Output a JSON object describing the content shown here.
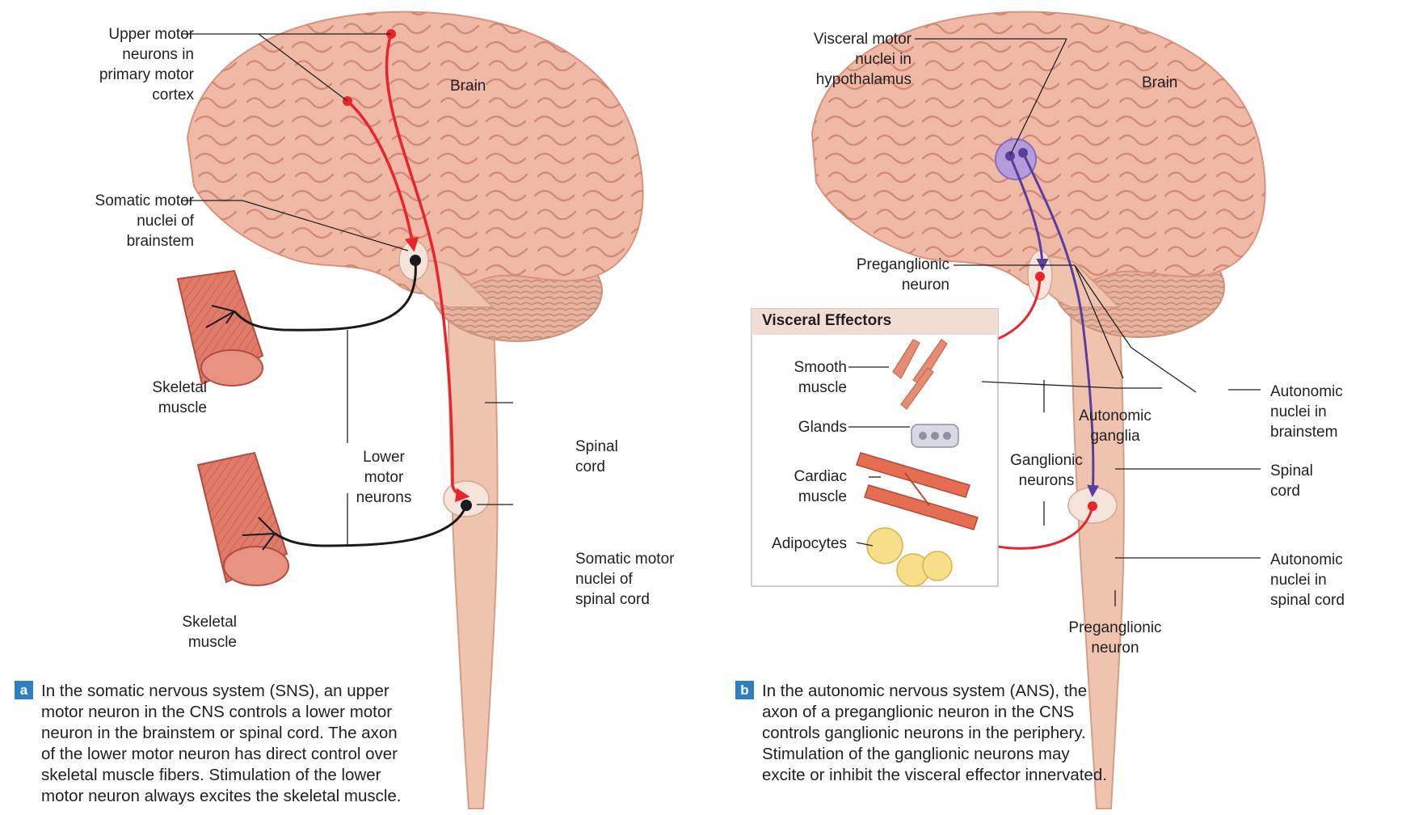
{
  "panel_a": {
    "letter": "a",
    "labels": {
      "upper_motor": "Upper motor\nneurons in\nprimary motor\ncortex",
      "brain": "Brain",
      "somatic_brainstem": "Somatic motor\nnuclei of\nbrainstem",
      "skeletal_muscle_top": "Skeletal\nmuscle",
      "lower_motor": "Lower\nmotor\nneurons",
      "spinal_cord": "Spinal\ncord",
      "somatic_spinal": "Somatic motor\nnuclei of\nspinal cord",
      "skeletal_muscle_bottom": "Skeletal\nmuscle"
    },
    "caption": "In the somatic nervous system (SNS), an upper\nmotor neuron in the CNS controls a lower motor\nneuron in the brainstem or spinal cord. The axon\nof the lower motor neuron has direct control over\nskeletal muscle fibers. Stimulation of the lower\nmotor neuron always excites the skeletal muscle."
  },
  "panel_b": {
    "letter": "b",
    "labels": {
      "visceral_motor": "Visceral motor\nnuclei in\nhypothalamus",
      "brain": "Brain",
      "preganglionic_top": "Preganglionic\nneuron",
      "effectors_title": "Visceral Effectors",
      "smooth_muscle": "Smooth\nmuscle",
      "glands": "Glands",
      "cardiac_muscle": "Cardiac\nmuscle",
      "adipocytes": "Adipocytes",
      "autonomic_ganglia": "Autonomic\nganglia",
      "ganglionic_neurons": "Ganglionic\nneurons",
      "autonomic_brainstem": "Autonomic\nnuclei in\nbrainstem",
      "spinal_cord": "Spinal\ncord",
      "autonomic_spinal": "Autonomic\nnuclei in\nspinal cord",
      "preganglionic_bottom": "Preganglionic\nneuron"
    },
    "caption": "In the autonomic nervous system (ANS), the\naxon of a preganglionic neuron in the CNS\ncontrols ganglionic neurons in the periphery.\nStimulation of the ganglionic neurons may\nexcite or inhibit the visceral effector innervated."
  },
  "colors": {
    "brain": "#f0b9a6",
    "brain_shadow": "#d9927e",
    "cord": "#efc3ae",
    "upper_motor_axon": "#e8252b",
    "lower_motor_axon": "#1a1a1a",
    "autonomic_axon": "#5b3fa0",
    "ganglion": "#f7df6b",
    "tag": "#2f7fc1"
  }
}
